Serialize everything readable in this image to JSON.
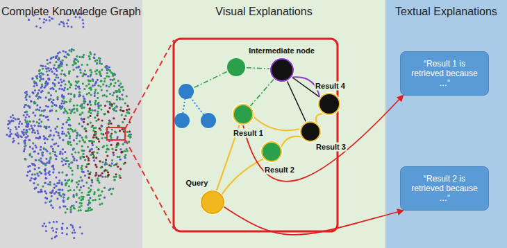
{
  "diagram": {
    "nodes": [
      {
        "text": [
          "Complete Knowledge Graph"
        ]
      },
      {
        "text": [
          "Visual Explanations"
        ]
      },
      {
        "text": [
          "Textual Explanations"
        ]
      },
      {
        "text": [
          "Intermediate node"
        ],
        "in": 1
      },
      {
        "text": [
          "Result 4"
        ],
        "in": 1
      },
      {
        "text": [
          "Result 1"
        ],
        "in": 1
      },
      {
        "text": [
          "Result 3"
        ],
        "in": 1
      },
      {
        "text": [
          "Result 2"
        ],
        "in": 1
      },
      {
        "text": [
          "Query"
        ],
        "in": 1
      },
      {
        "text": [
          "“Result 1 is retrieved because …”"
        ],
        "in": 2
      },
      {
        "text": [
          "“Result 2 is retrieved because …”"
        ],
        "in": 2
      }
    ],
    "edges": [
      {
        "from": 8,
        "to": 5,
        "arrow": "none"
      },
      {
        "from": 8,
        "to": 7,
        "arrow": "none"
      },
      {
        "from": 5,
        "to": 6,
        "arrow": "none"
      },
      {
        "from": 7,
        "to": 6,
        "arrow": "none"
      },
      {
        "from": 6,
        "to": 4,
        "arrow": "none"
      },
      {
        "from": 3,
        "to": 6,
        "arrow": "none"
      },
      {
        "from": 3,
        "to": 4,
        "arrow": "none"
      },
      {
        "from": 3,
        "to": 4,
        "arrow": "none"
      },
      {
        "from": 3,
        "to": 5,
        "arrow": "none"
      },
      {
        "from": 5,
        "to": 9,
        "arrow": "to"
      },
      {
        "from": 8,
        "to": 10,
        "arrow": "to"
      }
    ]
  }
}
